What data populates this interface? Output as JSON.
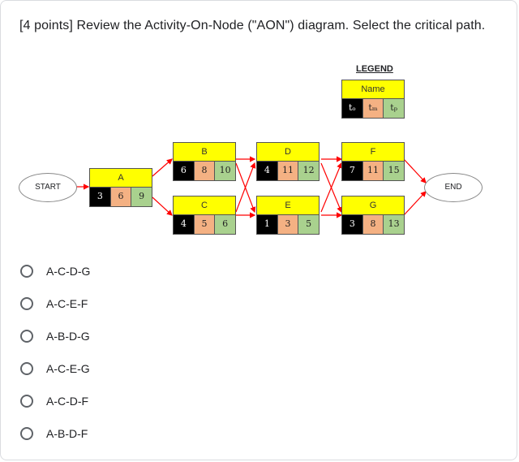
{
  "question": "[4 points] Review the Activity-On-Node (\"AON\") diagram. Select the critical path.",
  "legend": {
    "title": "LEGEND",
    "name": "Name",
    "to": "tₒ",
    "tm": "tₘ",
    "tp": "tₚ"
  },
  "start": "START",
  "end": "END",
  "nodes": {
    "A": {
      "name": "A",
      "to": "3",
      "tm": "6",
      "tp": "9"
    },
    "B": {
      "name": "B",
      "to": "6",
      "tm": "8",
      "tp": "10"
    },
    "C": {
      "name": "C",
      "to": "4",
      "tm": "5",
      "tp": "6"
    },
    "D": {
      "name": "D",
      "to": "4",
      "tm": "11",
      "tp": "12"
    },
    "E": {
      "name": "E",
      "to": "1",
      "tm": "3",
      "tp": "5"
    },
    "F": {
      "name": "F",
      "to": "7",
      "tm": "11",
      "tp": "15"
    },
    "G": {
      "name": "G",
      "to": "3",
      "tm": "8",
      "tp": "13"
    }
  },
  "arrow_color": "#ff0000",
  "options": [
    "A-C-D-G",
    "A-C-E-F",
    "A-B-D-G",
    "A-C-E-G",
    "A-C-D-F",
    "A-B-D-F"
  ]
}
